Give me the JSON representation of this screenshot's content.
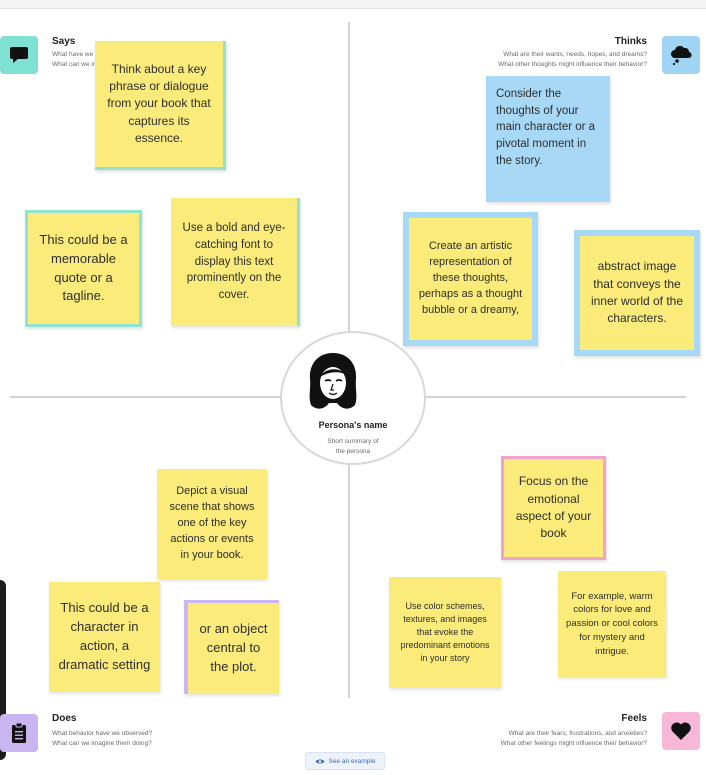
{
  "persona": {
    "name": "Persona's name",
    "summary_line1": "Short summary of",
    "summary_line2": "the persona"
  },
  "quadrants": {
    "says": {
      "title": "Says",
      "desc_line1": "What have we heard them say?",
      "desc_line2": "What can we imagine them saying?",
      "icon": "speech-bubble-icon",
      "icon_color": "#7fe0d4"
    },
    "thinks": {
      "title": "Thinks",
      "desc_line1": "What are their wants, needs, hopes, and dreams?",
      "desc_line2": "What other thoughts might influence their behavior?",
      "icon": "thought-cloud-icon",
      "icon_color": "#9fd4f5"
    },
    "does": {
      "title": "Does",
      "desc_line1": "What behavior have we observed?",
      "desc_line2": "What can we imagine them doing?",
      "icon": "clipboard-icon",
      "icon_color": "#c9b6f0"
    },
    "feels": {
      "title": "Feels",
      "desc_line1": "What are their fears, frustrations, and anxieties?",
      "desc_line2": "What other feelings might influence their behavior?",
      "icon": "heart-icon",
      "icon_color": "#f7b8d8"
    }
  },
  "notes": {
    "says_1": "Think about a key phrase or dialogue from your book that captures its essence.",
    "says_2": "This could be a memorable quote or a tagline.",
    "says_3": "Use a bold and eye-catching font to display this text prominently on the cover.",
    "thinks_1": "Consider the thoughts of your main character or a pivotal moment in the story.",
    "thinks_2": "Create an artistic representation of these thoughts, perhaps as a thought bubble or a dreamy,",
    "thinks_3": "abstract image that conveys the inner world of the characters.",
    "does_1": "Depict a visual scene that shows one of the key actions or events in your book.",
    "does_2": "This could be a character in action, a dramatic setting",
    "does_3": "or an object central to the plot.",
    "feels_1": "Focus on the emotional aspect of your book",
    "feels_2": "Use color schemes, textures, and images that evoke the predominant emotions in your story",
    "feels_3": "For example, warm colors for love and passion or cool colors for mystery and intrigue."
  },
  "colors": {
    "yellow": "#fbeb7a",
    "blue": "#a7d9f7",
    "teal_border": "#8fe3cf",
    "pink_border": "#f2a3c7",
    "purple_border": "#c9b6f0"
  },
  "footer": {
    "see_example_label": "See an example",
    "see_example_icon": "eye-icon"
  }
}
